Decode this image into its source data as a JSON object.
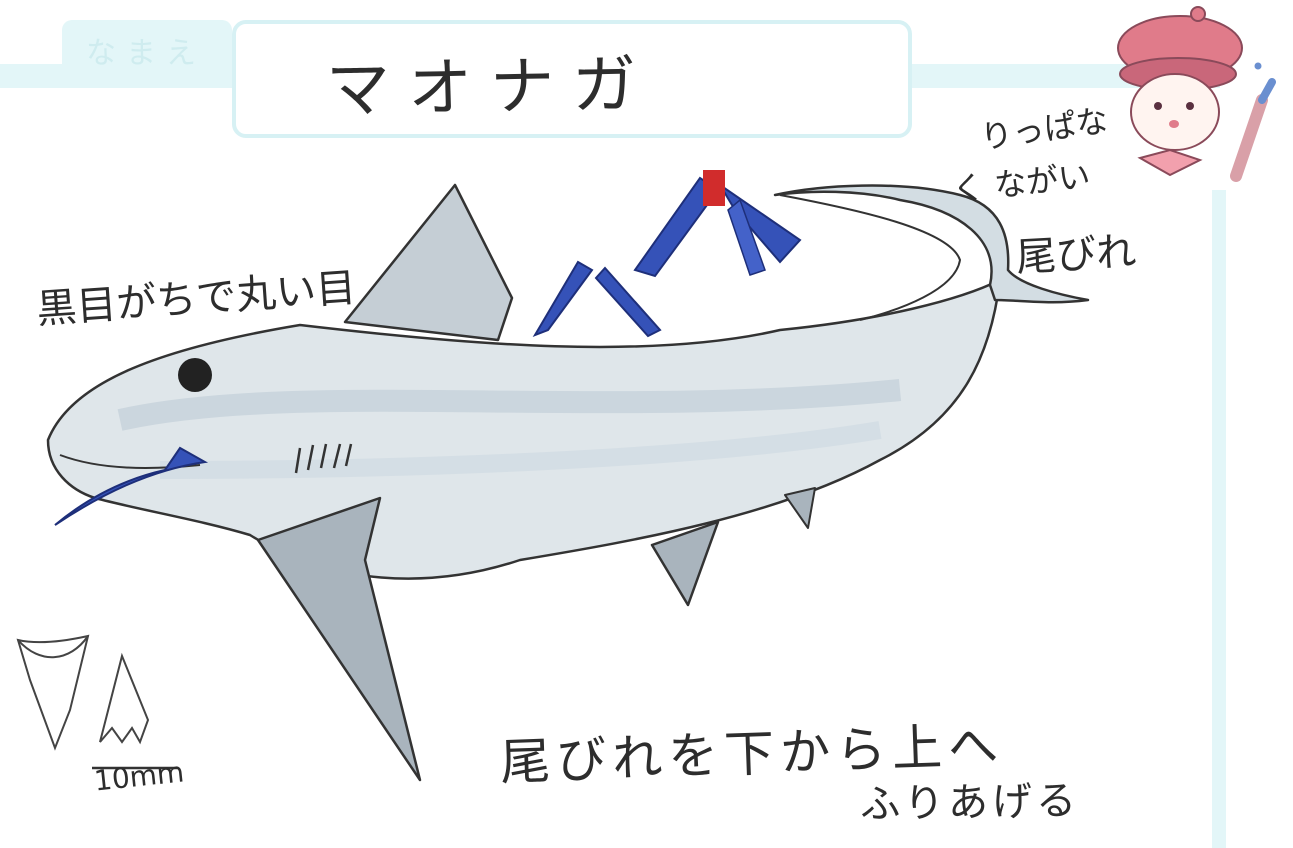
{
  "worksheet": {
    "name_label": "なまえ"
  },
  "drawing": {
    "title": "マオナガ",
    "tail_note_line1": "りっぱな",
    "tail_note_line2": "く ながい",
    "tail_note_line3": "尾びれ",
    "eye_note": "黒目がちで丸い目",
    "tail_motion_line1": "尾びれを下から上へ",
    "tail_motion_line2": "ふりあげる",
    "tooth_size": "10mm"
  },
  "icons": {
    "mascot": "painter-girl-mascot-icon",
    "shark": "thresher-shark-drawing",
    "tooth": "shark-tooth-drawing"
  },
  "colors": {
    "frame": "#e3f6f8",
    "shark_body": "#dfe6ea",
    "fin": "#a9b4bd",
    "fish": "#3552b8",
    "mascot_hat": "#e07b8a"
  }
}
